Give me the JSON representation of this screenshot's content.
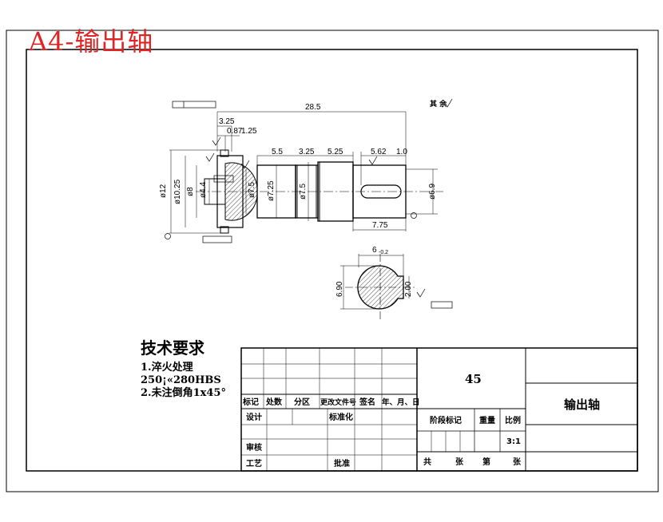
{
  "sheet": {
    "title": "A4-输出轴",
    "title_color": "#e02424"
  },
  "notes": {
    "heading": "技术要求",
    "lines": [
      "1.淬火处理",
      "250¡«280HBS",
      "2.未注倒角1x45°"
    ]
  },
  "roughness_note": "其 余",
  "dimensions": {
    "overall_length": "28.5",
    "d1": "3.25",
    "d2": "0.87",
    "d3": "1.25",
    "s1": "5.5",
    "s2": "3.25",
    "s3": "5.25",
    "s4": "5.62",
    "s5": "1.0",
    "key_len": "7.75",
    "dia_10_25": "ø10.25",
    "dia_8": "ø8",
    "dia_4_4": "ø4.4",
    "dia_7_5a": "ø7.5",
    "dia_7_25": "ø7.25",
    "dia_7_5b": "ø7.5",
    "dia_6_9": "ø6.9",
    "dia_12": "ø12",
    "sec_width": "6",
    "sec_width_tol": "-0.2",
    "sec_height": "6.90",
    "sec_key": "2.00"
  },
  "title_block": {
    "material": "45",
    "part_name": "输出轴",
    "scale": "3:1",
    "labels": {
      "mark": "标记",
      "count": "处数",
      "zone": "分区",
      "doc_no": "更改文件号",
      "sign": "签名",
      "date": "年、月、日",
      "design": "设计",
      "standardize": "标准化",
      "stage_mark": "阶段标记",
      "weight": "重量",
      "ratio": "比例",
      "review": "审核",
      "process": "工艺",
      "approve": "批准",
      "total": "共",
      "sheets": "张",
      "num": "第",
      "sheets2": "张"
    }
  }
}
